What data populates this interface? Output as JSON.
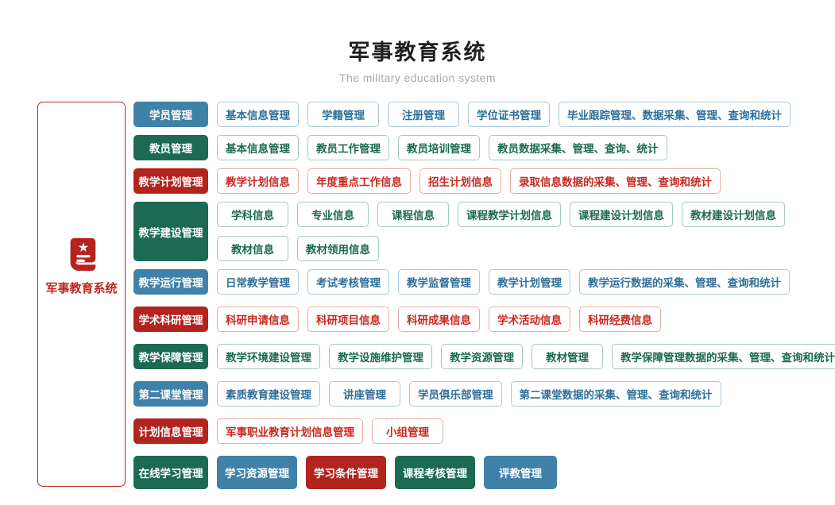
{
  "header": {
    "title": "军事教育系统",
    "subtitle": "The military education system"
  },
  "sidebar": {
    "label": "军事教育系统",
    "icon": "book-star-icon"
  },
  "colors": {
    "solid_blue": "#3f81a9",
    "solid_green": "#1c6a53",
    "solid_red": "#b3241f",
    "outline_blue_text": "#2d6f9b",
    "outline_green_text": "#1c6a53",
    "outline_red_text": "#c9281e",
    "root_border_red": "#c2251f"
  },
  "rows": [
    {
      "parent": "学员管理",
      "theme": "blue",
      "lines": [
        [
          "基本信息管理",
          "学籍管理",
          "注册管理",
          "学位证书管理",
          "毕业跟踪管理、数据采集、管理、查询和统计"
        ]
      ]
    },
    {
      "parent": "教员管理",
      "theme": "green",
      "lines": [
        [
          "基本信息管理",
          "教员工作管理",
          "教员培训管理",
          "教员数据采集、管理、查询、统计"
        ]
      ]
    },
    {
      "parent": "教学计划管理",
      "theme": "red",
      "lines": [
        [
          "教学计划信息",
          "年度重点工作信息",
          "招生计划信息",
          "录取信息数据的采集、管理、查询和统计"
        ]
      ]
    },
    {
      "parent": "教学建设管理",
      "theme": "green",
      "lines": [
        [
          "学科信息",
          "专业信息",
          "课程信息",
          "课程教学计划信息",
          "课程建设计划信息",
          "教材建设计划信息"
        ],
        [
          "教材信息",
          "教材领用信息"
        ]
      ]
    },
    {
      "parent": "教学运行管理",
      "theme": "blue",
      "lines": [
        [
          "日常教学管理",
          "考试考核管理",
          "教学监督管理",
          "教学计划管理",
          "教学运行数据的采集、管理、查询和统计"
        ]
      ]
    },
    {
      "parent": "学术科研管理",
      "theme": "red",
      "lines": [
        [
          "科研申请信息",
          "科研项目信息",
          "科研成果信息",
          "学术活动信息",
          "科研经费信息"
        ]
      ]
    },
    {
      "parent": "教学保障管理",
      "theme": "green",
      "lines": [
        [
          "教学环境建设管理",
          "教学设施维护管理",
          "教学资源管理",
          "教材管理",
          "教学保障管理数据的采集、管理、查询和统计"
        ]
      ]
    },
    {
      "parent": "第二课堂管理",
      "theme": "blue",
      "lines": [
        [
          "素质教育建设管理",
          "讲座管理",
          "学员俱乐部管理",
          "第二课堂数据的采集、管理、查询和统计"
        ]
      ]
    },
    {
      "parent": "计划信息管理",
      "theme": "red",
      "lines": [
        [
          "军事职业教育计划信息管理",
          "小组管理"
        ]
      ]
    },
    {
      "parent": "在线学习管理",
      "theme": "green",
      "tall": true,
      "solid_children": [
        {
          "label": "学习资源管理",
          "theme": "blue"
        },
        {
          "label": "学习条件管理",
          "theme": "red"
        },
        {
          "label": "课程考核管理",
          "theme": "green"
        },
        {
          "label": "评教管理",
          "theme": "blue"
        }
      ]
    }
  ]
}
